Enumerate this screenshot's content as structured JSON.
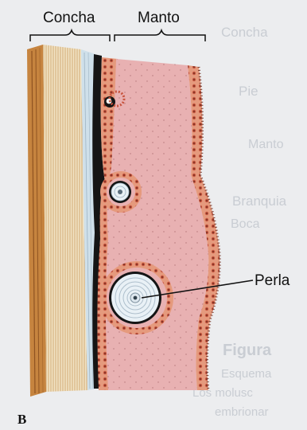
{
  "labels": {
    "shell": "Concha",
    "mantle": "Manto",
    "pearl": "Perla",
    "panel": "B"
  },
  "ghost_text": {
    "concha": "Concha",
    "pie": "Pie",
    "manto": "Manto",
    "branquia": "Branquia",
    "boca": "Boca",
    "figura": "Figura",
    "esquema": "Esquema",
    "moluscos": "Los molusc",
    "line3": "embrionar"
  },
  "colors": {
    "shell_outer": "#c6843f",
    "shell_prismatic": "#efe0bf",
    "nacre": "#cfe0ea",
    "periostracum": "#151515",
    "mantle_tissue": "#e7aeb0",
    "epithelium": "#c9654d",
    "pearl_ring": "#e9f1f6"
  }
}
